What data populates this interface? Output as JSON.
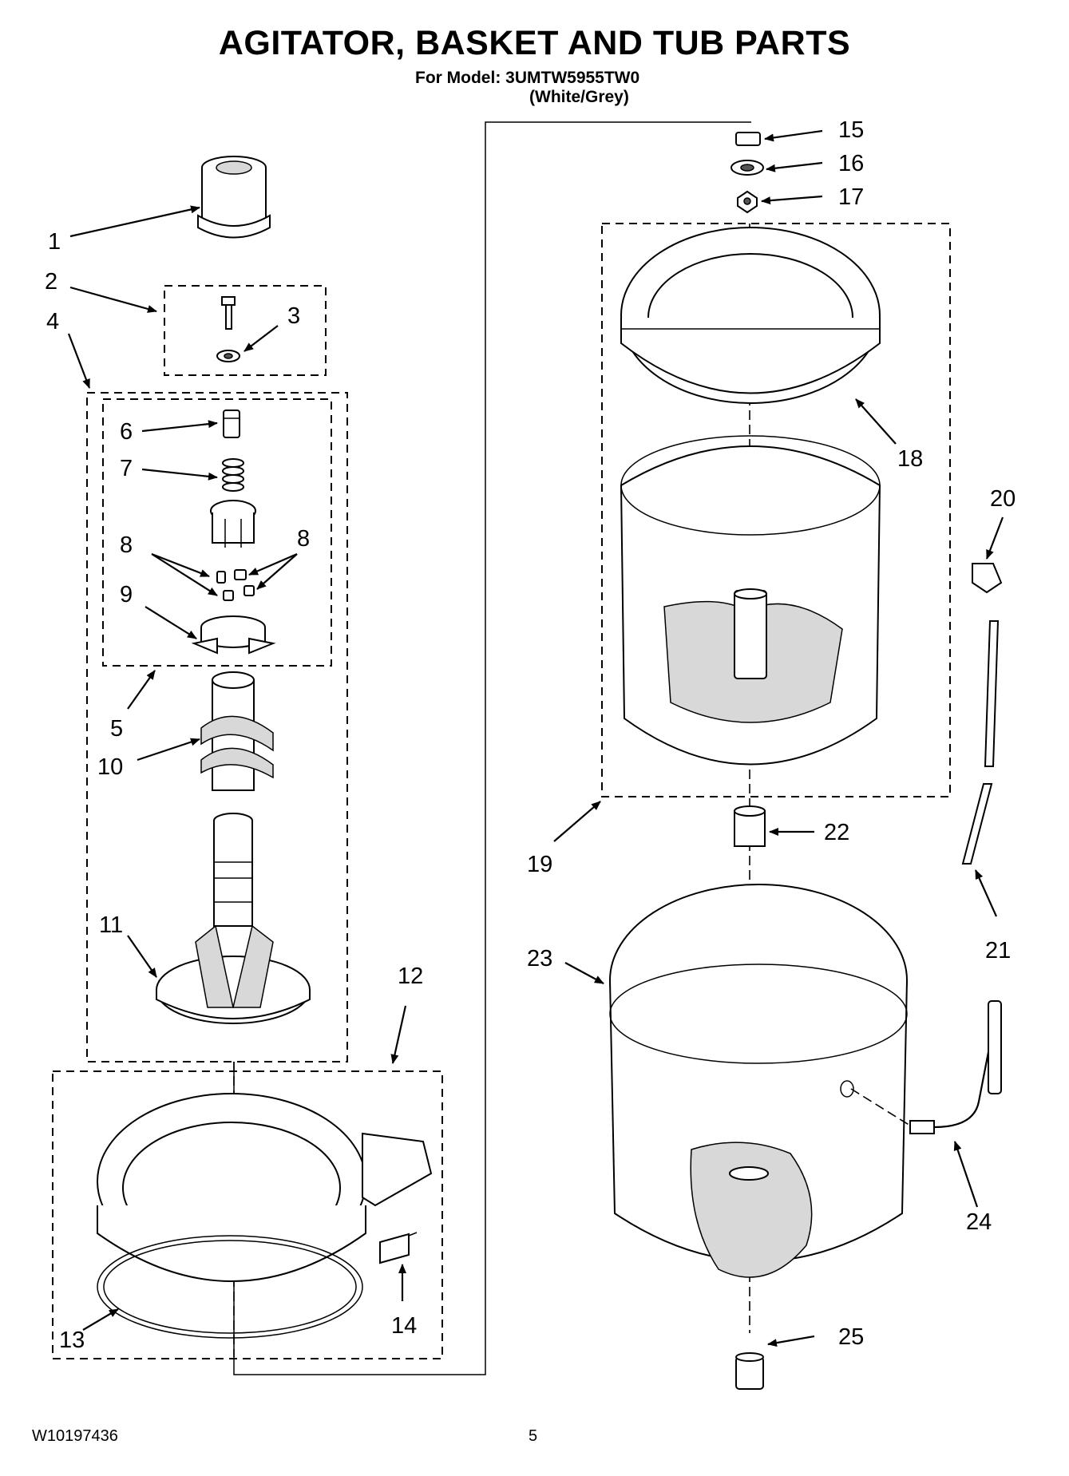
{
  "header": {
    "title": "AGITATOR, BASKET AND TUB PARTS",
    "model": "For Model: 3UMTW5955TW0",
    "color": "(White/Grey)"
  },
  "footer": {
    "doc_number": "W10197436",
    "page_number": "5"
  },
  "callouts": [
    "1",
    "2",
    "3",
    "4",
    "5",
    "6",
    "7",
    "8",
    "8",
    "9",
    "10",
    "11",
    "12",
    "13",
    "14",
    "15",
    "16",
    "17",
    "18",
    "19",
    "20",
    "21",
    "22",
    "23",
    "24",
    "25"
  ]
}
